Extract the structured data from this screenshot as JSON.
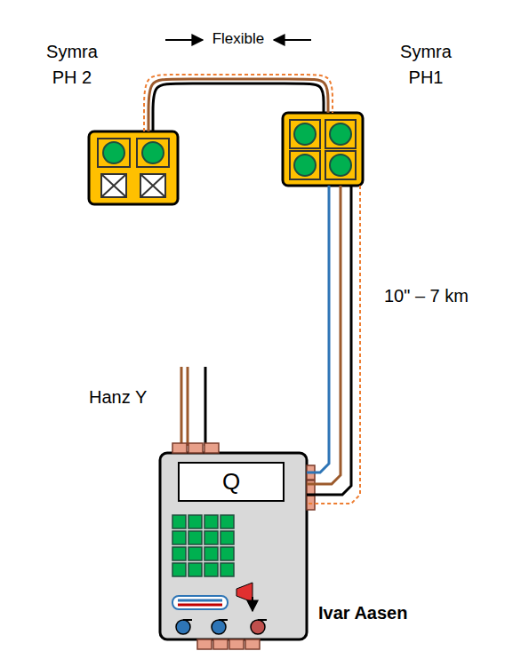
{
  "diagram": {
    "nodes": [
      {
        "text": [
          "Symra PH 2"
        ]
      },
      {
        "text": [
          "Symra PH1"
        ]
      },
      {
        "text": [
          "Ivar Aasen"
        ]
      },
      {
        "text": [
          "Q"
        ],
        "in": 2
      }
    ],
    "edges": [
      {
        "from": 0,
        "to": 1,
        "arrow": "none",
        "label": "Flexible"
      },
      {
        "from": 1,
        "to": 2,
        "arrow": "none",
        "label": "10\" – 7 km"
      }
    ],
    "labels": [
      "Hanz Y"
    ]
  }
}
